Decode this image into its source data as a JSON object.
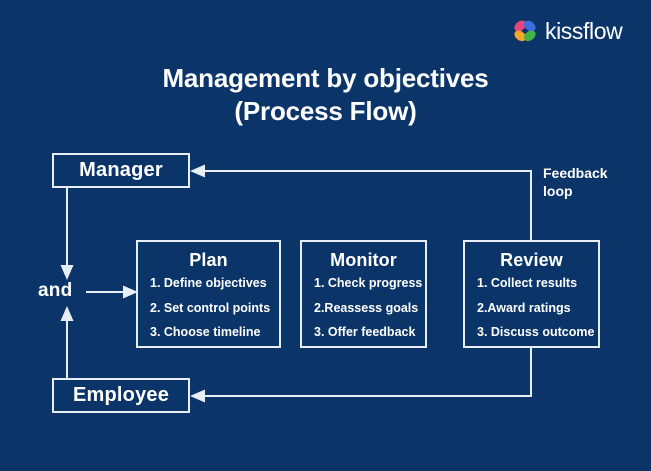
{
  "brand": {
    "name": "kissflow",
    "logo_icon": "kissflow-butterfly-logo",
    "petal_colors": {
      "top_left": "#e8457c",
      "top_right": "#3b6fe0",
      "bottom_left": "#f5a623",
      "bottom_right": "#3fb54a"
    }
  },
  "theme": {
    "background": "#0b3569",
    "line": "#e8eef5",
    "text": "#ffffff"
  },
  "title": {
    "line1": "Management by objectives",
    "line2": "(Process Flow)"
  },
  "roles": {
    "manager": "Manager",
    "employee": "Employee"
  },
  "junction": {
    "label": "and"
  },
  "feedback": {
    "caption_line1": "Feedback",
    "caption_line2": "loop",
    "caption": "Feedback\nloop"
  },
  "stages": [
    {
      "id": "plan",
      "title": "Plan",
      "steps": [
        "1. Define objectives",
        "2. Set control points",
        "3. Choose timeline"
      ]
    },
    {
      "id": "monitor",
      "title": "Monitor",
      "steps": [
        "1. Check progress",
        "2.Reassess goals",
        "3. Offer feedback"
      ]
    },
    {
      "id": "review",
      "title": "Review",
      "steps": [
        "1. Collect results",
        "2.Award ratings",
        "3. Discuss outcome"
      ]
    }
  ]
}
